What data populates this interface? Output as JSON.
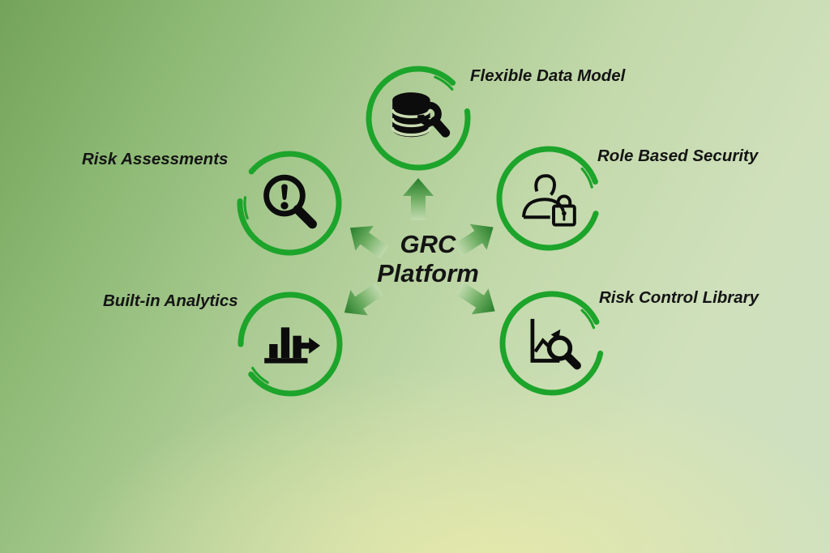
{
  "title": {
    "line1": "GRC",
    "line2": "Platform"
  },
  "nodes": [
    {
      "label": "Flexible Data Model",
      "icon": "database-wrench-icon",
      "position": "top"
    },
    {
      "label": "Risk Assessments",
      "icon": "magnifier-exclamation-icon",
      "position": "upper-left"
    },
    {
      "label": "Role Based Security",
      "icon": "user-lock-icon",
      "position": "upper-right"
    },
    {
      "label": "Built-in Analytics",
      "icon": "bar-chart-arrow-icon",
      "position": "lower-left"
    },
    {
      "label": "Risk Control Library",
      "icon": "line-chart-magnifier-icon",
      "position": "lower-right"
    }
  ],
  "colors": {
    "ring_green": "#1da42b",
    "arrow_green": "#267e2a",
    "icon_black": "#0c0c0c",
    "text_black": "#141414"
  }
}
